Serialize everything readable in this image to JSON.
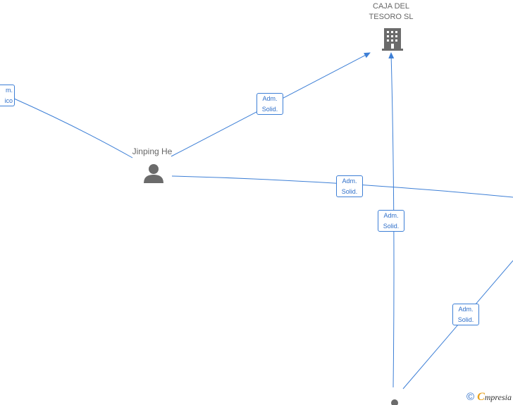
{
  "nodes": {
    "company": {
      "name_line1": "CAJA DEL",
      "name_line2": "TESORO SL",
      "icon": "building-icon"
    },
    "person": {
      "name": "Jinping He",
      "icon": "person-icon"
    },
    "bottom_person": {
      "icon": "person-icon"
    }
  },
  "edges": [
    {
      "line1": "Adm.",
      "line2": "Solid."
    },
    {
      "line1": "Adm.",
      "line2": "Solid."
    },
    {
      "line1": "Adm.",
      "line2": "Solid."
    },
    {
      "line1": "Adm.",
      "line2": "Solid."
    },
    {
      "line1": "m.",
      "line2": "ico"
    }
  ],
  "footer": {
    "copyright": "©",
    "brand_initial": "C",
    "brand_rest": "mpresia"
  },
  "colors": {
    "edge": "#3d7fd6",
    "node_icon": "#6b6b6b",
    "label_text": "#666666"
  }
}
